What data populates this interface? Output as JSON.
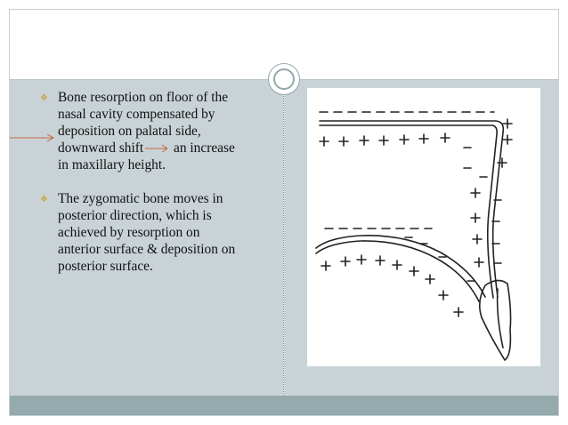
{
  "slide": {
    "bullets": [
      {
        "lines": [
          "Bone resorption on floor of the",
          "nasal cavity compensated by",
          "deposition on palatal side,",
          "downward shift",
          " an increase",
          "in maxillary height."
        ]
      },
      {
        "lines": [
          "The zygomatic bone moves in",
          "posterior direction, which is",
          "achieved by resorption on",
          "anterior surface & deposition on",
          "posterior surface."
        ]
      }
    ],
    "bullet_icon": "diamond-bullet-icon",
    "colors": {
      "panel": "#c9d3d7",
      "footer": "#94aaad",
      "accent_arrow": "#c8643c",
      "bullet": "#c6a63c"
    },
    "figure": {
      "signs": {
        "resorption": "-",
        "deposition": "+"
      }
    }
  }
}
